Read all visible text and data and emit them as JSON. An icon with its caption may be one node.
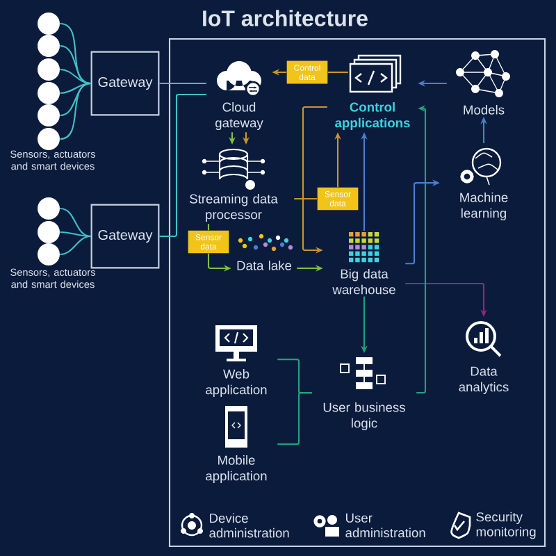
{
  "diagram": {
    "title": "IoT architecture",
    "nodes": [
      {
        "text": [],
        "shape": "circle"
      },
      {
        "text": [],
        "shape": "circle"
      },
      {
        "text": [],
        "shape": "circle"
      },
      {
        "text": [],
        "shape": "circle"
      },
      {
        "text": [],
        "shape": "circle"
      },
      {
        "text": [],
        "shape": "circle"
      },
      {
        "text": [
          "Gateway"
        ]
      },
      {
        "text": [],
        "shape": "circle"
      },
      {
        "text": [],
        "shape": "circle"
      },
      {
        "text": [],
        "shape": "circle"
      },
      {
        "text": [
          "Gateway"
        ]
      },
      {
        "text": [
          "Cloud gateway"
        ]
      },
      {
        "text": [
          "Control data"
        ]
      },
      {
        "text": [
          "Control applications"
        ]
      },
      {
        "text": [
          "Models"
        ]
      },
      {
        "text": [
          "Streaming data processor"
        ]
      },
      {
        "text": [
          "Sensor data"
        ]
      },
      {
        "text": [
          "Machine learning"
        ]
      },
      {
        "text": [
          "Sensor data"
        ]
      },
      {
        "text": [
          "Data lake"
        ]
      },
      {
        "text": [
          "Big data warehouse"
        ]
      },
      {
        "text": [
          "Web application"
        ]
      },
      {
        "text": [
          "Data analytics"
        ]
      },
      {
        "text": [
          "User business logic"
        ]
      },
      {
        "text": [
          "Mobile application"
        ]
      }
    ],
    "edges": [
      {
        "from": 0,
        "to": 6,
        "arrow": "none",
        "color": "#3fc1c9"
      },
      {
        "from": 1,
        "to": 6,
        "arrow": "none",
        "color": "#3fc1c9"
      },
      {
        "from": 2,
        "to": 6,
        "arrow": "none",
        "color": "#3fc1c9"
      },
      {
        "from": 3,
        "to": 6,
        "arrow": "none",
        "color": "#3fc1c9"
      },
      {
        "from": 4,
        "to": 6,
        "arrow": "none",
        "color": "#3fc1c9"
      },
      {
        "from": 5,
        "to": 6,
        "arrow": "none",
        "color": "#3fc1c9"
      },
      {
        "from": 7,
        "to": 10,
        "arrow": "none",
        "color": "#3fc1c9"
      },
      {
        "from": 8,
        "to": 10,
        "arrow": "none",
        "color": "#3fc1c9"
      },
      {
        "from": 9,
        "to": 10,
        "arrow": "none",
        "color": "#3fc1c9"
      },
      {
        "from": 6,
        "to": 11,
        "arrow": "none",
        "color": "#3fc1c9"
      },
      {
        "from": 10,
        "to": 11,
        "arrow": "none",
        "color": "#3fc1c9"
      },
      {
        "from": 11,
        "to": 15,
        "arrow": "to",
        "color": "#7cc242"
      },
      {
        "from": 11,
        "to": 15,
        "arrow": "to",
        "color": "#c8962a"
      },
      {
        "from": 13,
        "to": 12,
        "arrow": "none",
        "color": "#c8962a"
      },
      {
        "from": 12,
        "to": 11,
        "arrow": "to",
        "color": "#c8962a"
      },
      {
        "from": 15,
        "to": 16,
        "arrow": "none",
        "color": "#c8962a"
      },
      {
        "from": 16,
        "to": 13,
        "arrow": "to",
        "color": "#c8962a"
      },
      {
        "from": 13,
        "to": 20,
        "arrow": "to",
        "color": "#c8962a"
      },
      {
        "from": 15,
        "to": 18,
        "arrow": "none",
        "color": "#7cc242"
      },
      {
        "from": 18,
        "to": 19,
        "arrow": "to",
        "color": "#7cc242"
      },
      {
        "from": 19,
        "to": 20,
        "arrow": "to",
        "color": "#7cc242"
      },
      {
        "from": 20,
        "to": 13,
        "arrow": "to",
        "color": "#4a7fd0"
      },
      {
        "from": 20,
        "to": 17,
        "arrow": "to",
        "color": "#4a7fd0"
      },
      {
        "from": 17,
        "to": 14,
        "arrow": "to",
        "color": "#4a7fd0"
      },
      {
        "from": 14,
        "to": 13,
        "arrow": "to",
        "color": "#4a7fd0"
      },
      {
        "from": 20,
        "to": 22,
        "arrow": "to",
        "color": "#8e2a7e"
      },
      {
        "from": 20,
        "to": 23,
        "arrow": "to",
        "color": "#1fa37a"
      },
      {
        "from": 23,
        "to": 13,
        "arrow": "to",
        "color": "#1fa37a"
      },
      {
        "from": 21,
        "to": 23,
        "arrow": "none",
        "color": "#1fa37a"
      },
      {
        "from": 24,
        "to": 23,
        "arrow": "none",
        "color": "#1fa37a"
      }
    ],
    "labels": [
      "Sensors, actuators and smart devices",
      "Sensors, actuators and smart devices",
      "Device administration",
      "User administration",
      "Security monitoring"
    ]
  }
}
